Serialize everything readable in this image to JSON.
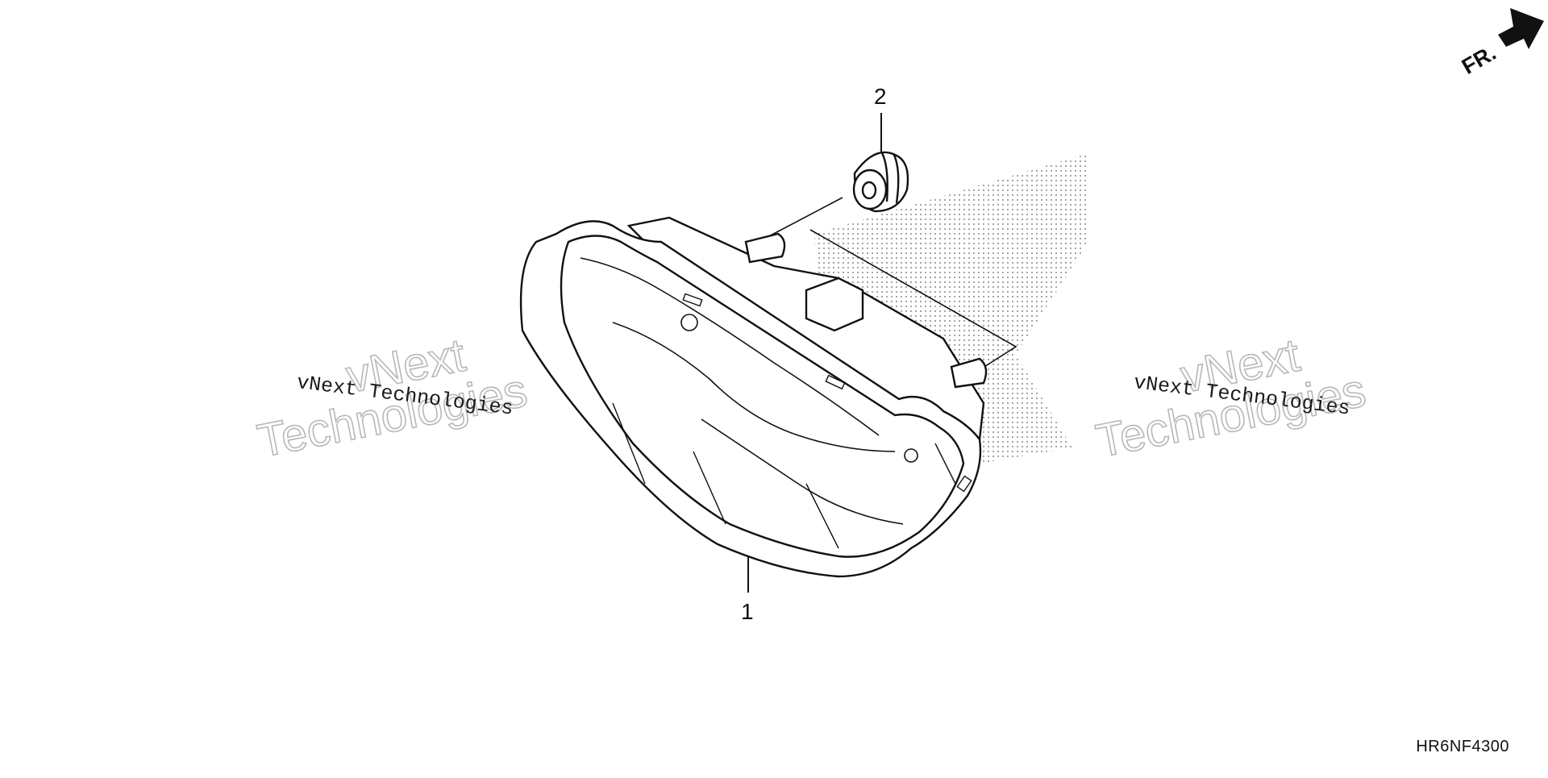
{
  "diagram": {
    "callouts": [
      {
        "number": "1",
        "part": "headlight-assembly"
      },
      {
        "number": "2",
        "part": "rubber-grommet"
      }
    ],
    "direction_label": "FR.",
    "diagram_code": "HR6NF4300"
  },
  "watermarks": {
    "line_text": "vNext Technologies",
    "outline_word_1": "vNext",
    "outline_word_2": "Technologies"
  },
  "icons": {
    "direction": "front-arrow-icon",
    "part_1": "headlight-icon",
    "part_2": "grommet-icon"
  },
  "colors": {
    "line": "#111111",
    "watermark_outline": "#b8b8b8",
    "background": "#ffffff"
  }
}
